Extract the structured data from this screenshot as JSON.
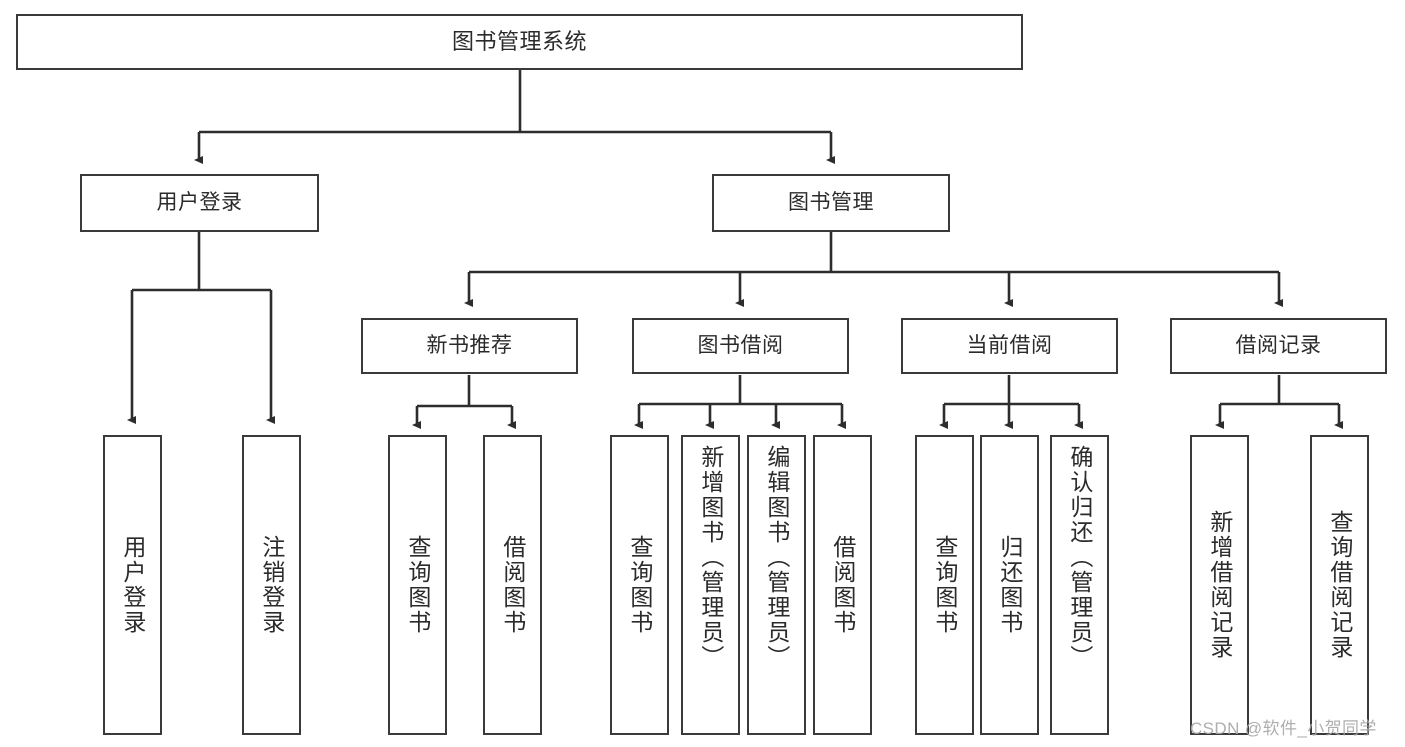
{
  "diagram": {
    "title_node": {
      "label": "图书管理系统"
    },
    "level2": [
      {
        "label": "用户登录"
      },
      {
        "label": "图书管理"
      }
    ],
    "level3": [
      {
        "label": "新书推荐"
      },
      {
        "label": "图书借阅"
      },
      {
        "label": "当前借阅"
      },
      {
        "label": "借阅记录"
      }
    ],
    "leaves": {
      "user_login": [
        {
          "label": "用户登录"
        },
        {
          "label": "注销登录"
        }
      ],
      "new_book_recommend": [
        {
          "label": "查询图书"
        },
        {
          "label": "借阅图书"
        }
      ],
      "book_borrow": [
        {
          "label": "查询图书"
        },
        {
          "label": "新增图书（管理员）"
        },
        {
          "label": "编辑图书（管理员）"
        },
        {
          "label": "借阅图书"
        }
      ],
      "current_borrow": [
        {
          "label": "查询图书"
        },
        {
          "label": "归还图书"
        },
        {
          "label": "确认归还（管理员）"
        }
      ],
      "borrow_record": [
        {
          "label": "新增借阅记录"
        },
        {
          "label": "查询借阅记录"
        }
      ]
    }
  },
  "watermark": {
    "text": "CSDN @软件_小贺同学"
  },
  "colors": {
    "border": "#3a3a3a",
    "background": "#ffffff",
    "text": "#2b2b2b",
    "watermark": "#a8a8a8"
  }
}
